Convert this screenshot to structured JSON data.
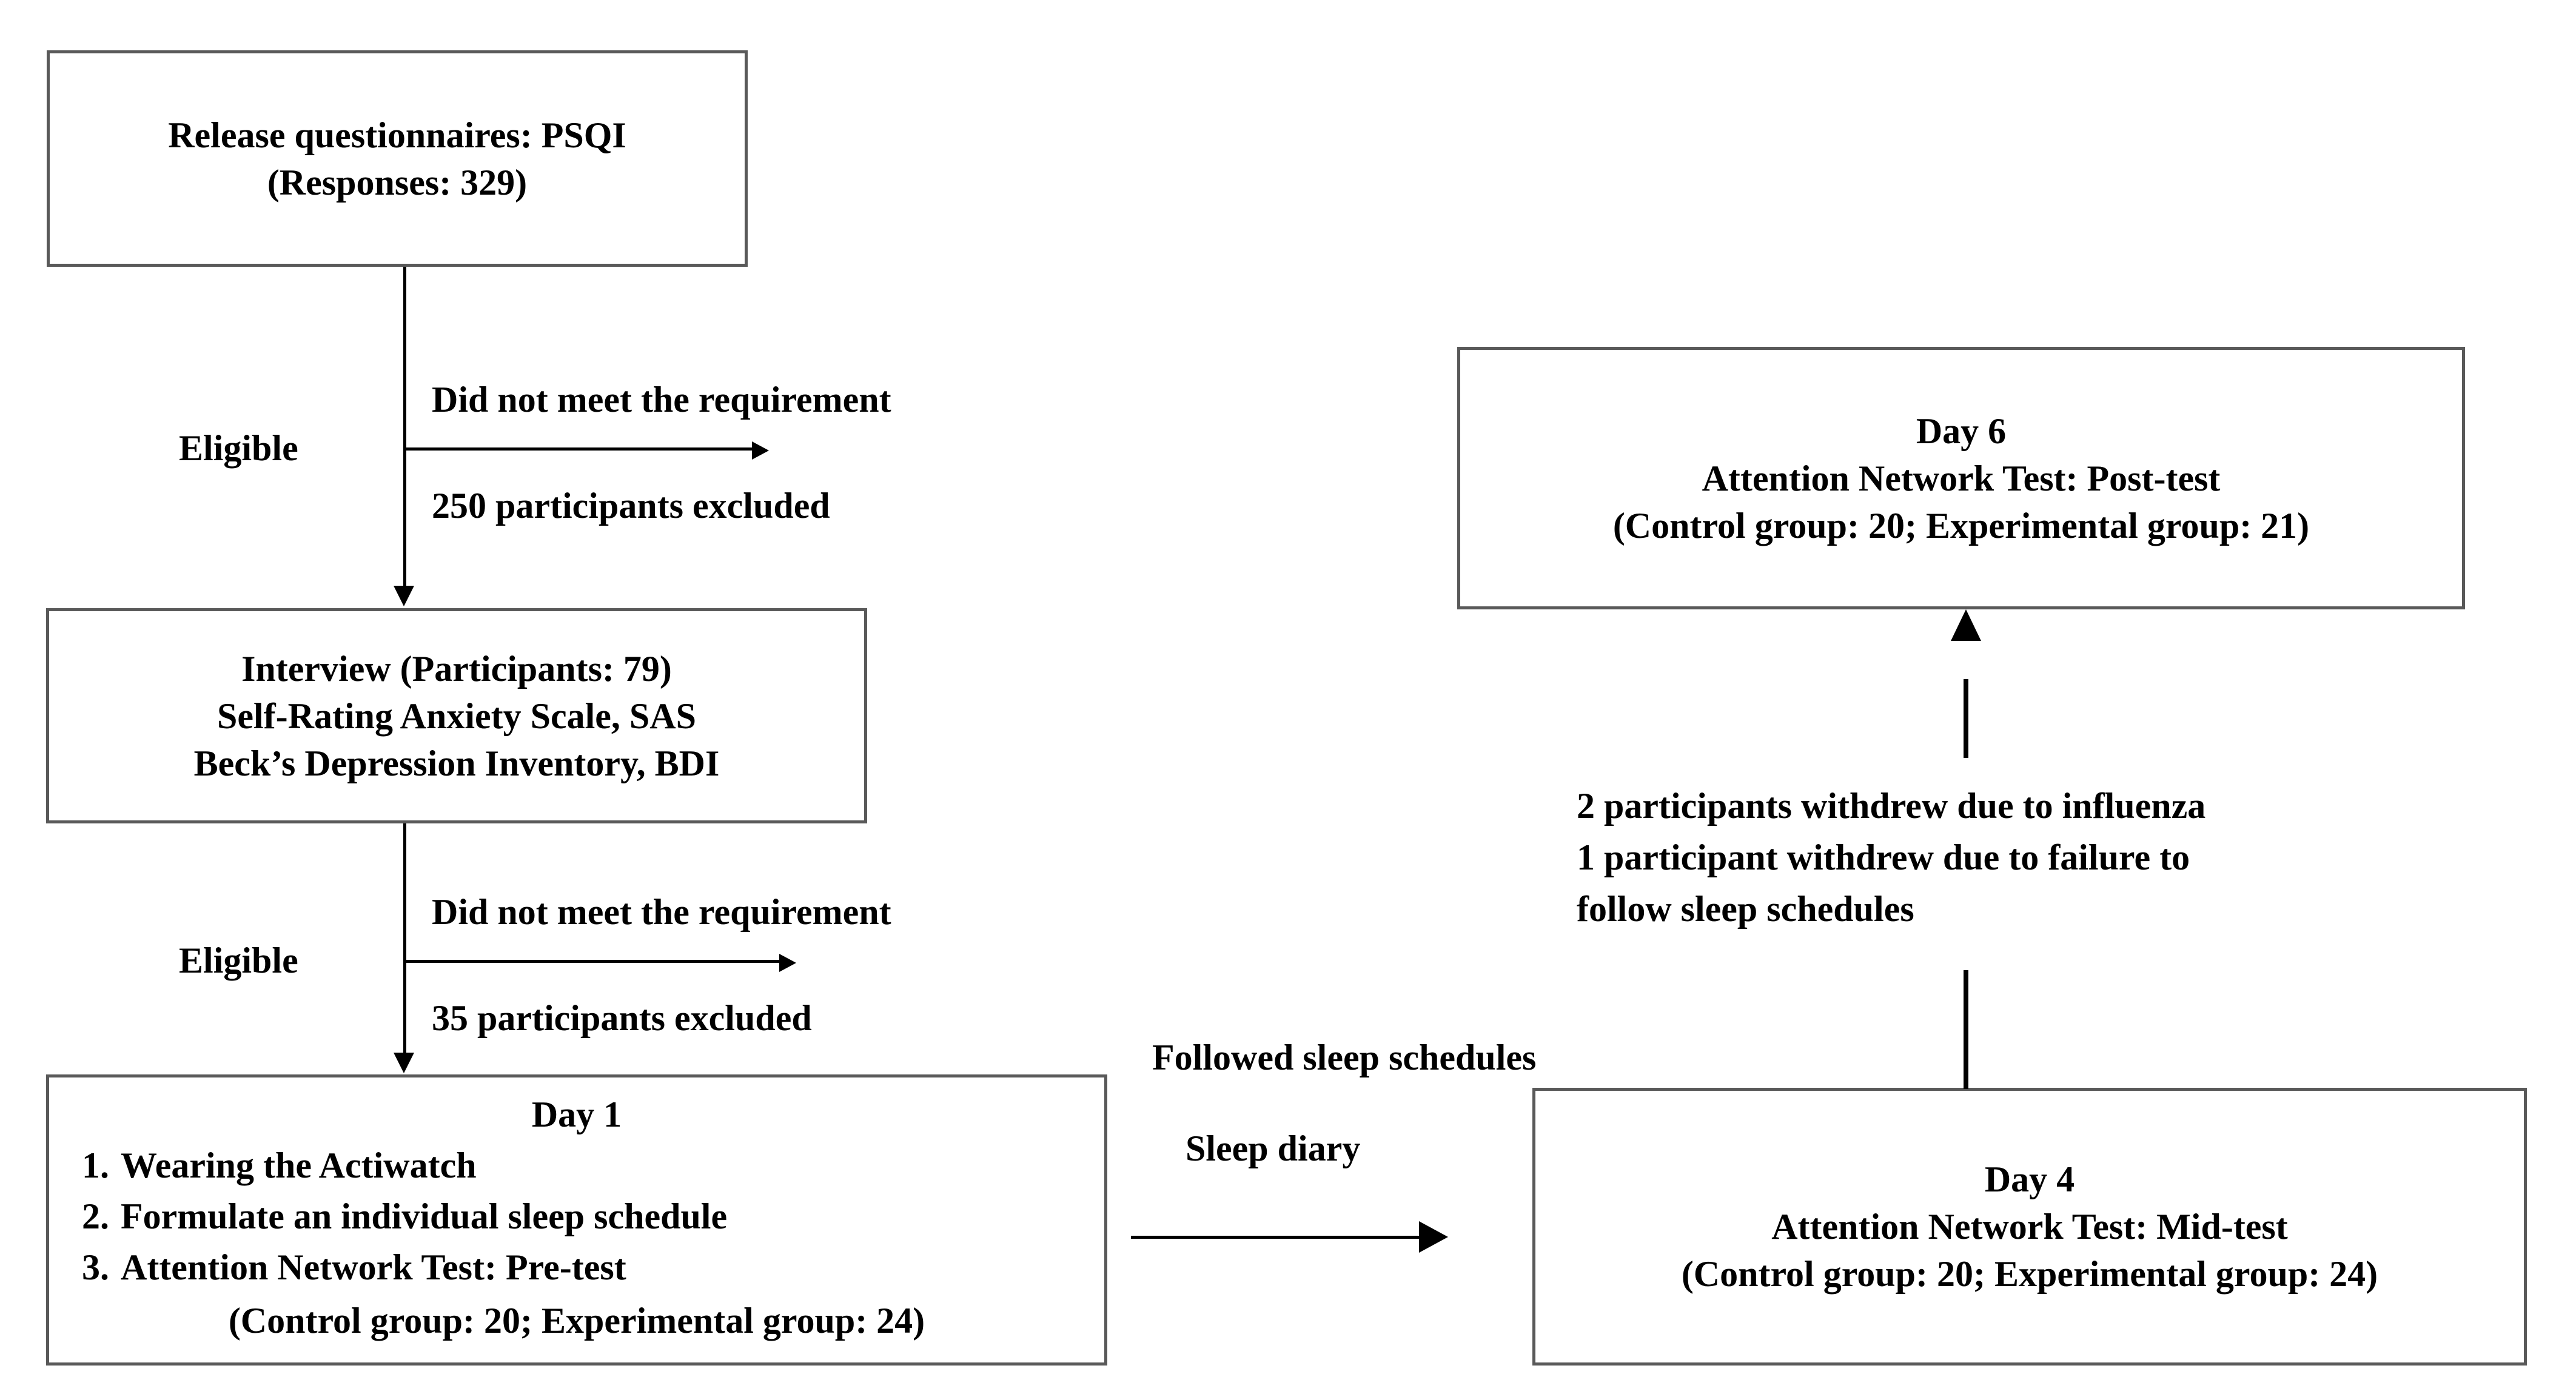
{
  "diagram": {
    "title": "Study participant flow diagram",
    "theme": {
      "box_border": "#595959",
      "line": "#000000",
      "background": "#ffffff"
    }
  },
  "nodes": {
    "release": {
      "lines": [
        "Release questionnaires: PSQI",
        "(Responses: 329)"
      ]
    },
    "interview": {
      "lines": [
        "Interview (Participants: 79)",
        "Self-Rating Anxiety Scale, SAS",
        "Beck’s Depression Inventory, BDI"
      ]
    },
    "day1": {
      "title": "Day 1",
      "items": [
        {
          "num": "1.",
          "text": "Wearing the Actiwatch"
        },
        {
          "num": "2.",
          "text": "Formulate an individual sleep schedule"
        },
        {
          "num": "3.",
          "text": "Attention Network Test: Pre-test"
        }
      ],
      "footer": "(Control group: 20; Experimental group: 24)"
    },
    "day4": {
      "lines": [
        "Day 4",
        "Attention Network Test: Mid-test",
        "(Control group: 20; Experimental group: 24)"
      ]
    },
    "day6": {
      "lines": [
        "Day 6",
        "Attention Network Test: Post-test",
        "(Control group: 20; Experimental group: 21)"
      ]
    }
  },
  "edges": {
    "eligible_1": "Eligible",
    "excluded_1_top": "Did not meet the requirement",
    "excluded_1_bottom": "250 participants excluded",
    "eligible_2": "Eligible",
    "excluded_2_top": "Did not meet the requirement",
    "excluded_2_bottom": "35 participants excluded",
    "followed_schedules": "Followed sleep schedules",
    "sleep_diary": "Sleep diary",
    "withdrew_line1": "2 participants withdrew due to influenza",
    "withdrew_line2": "1 participant withdrew due to failure to",
    "withdrew_line3": "follow sleep schedules"
  }
}
